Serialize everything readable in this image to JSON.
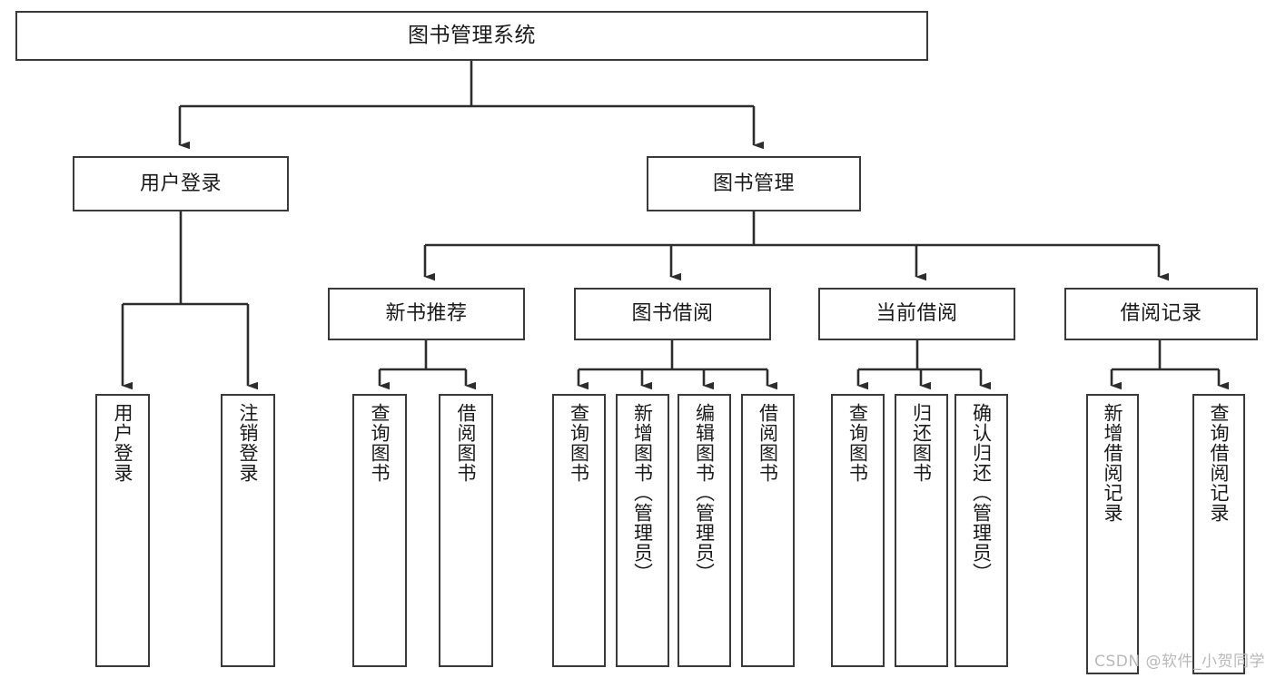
{
  "diagram": {
    "type": "tree-hierarchy",
    "title": "图书管理系统",
    "orientation": "top-down",
    "root": {
      "id": "root",
      "label": "图书管理系统",
      "text_direction": "horizontal"
    },
    "level2": [
      {
        "id": "user-login",
        "label": "用户登录",
        "text_direction": "horizontal"
      },
      {
        "id": "book-management",
        "label": "图书管理",
        "text_direction": "horizontal"
      }
    ],
    "level3": [
      {
        "id": "new-book-recommend",
        "label": "新书推荐",
        "parent": "book-management",
        "text_direction": "horizontal"
      },
      {
        "id": "book-borrow",
        "label": "图书借阅",
        "parent": "book-management",
        "text_direction": "horizontal"
      },
      {
        "id": "current-borrow",
        "label": "当前借阅",
        "parent": "book-management",
        "text_direction": "horizontal"
      },
      {
        "id": "borrow-record",
        "label": "借阅记录",
        "parent": "book-management",
        "text_direction": "horizontal"
      }
    ],
    "leaves": [
      {
        "id": "leaf-user-login",
        "label": "用户登录",
        "parent": "user-login",
        "text_direction": "vertical"
      },
      {
        "id": "leaf-logout",
        "label": "注销登录",
        "parent": "user-login",
        "text_direction": "vertical"
      },
      {
        "id": "leaf-query-book-1",
        "label": "查询图书",
        "parent": "new-book-recommend",
        "text_direction": "vertical"
      },
      {
        "id": "leaf-borrow-book-1",
        "label": "借阅图书",
        "parent": "new-book-recommend",
        "text_direction": "vertical"
      },
      {
        "id": "leaf-query-book-2",
        "label": "查询图书",
        "parent": "book-borrow",
        "text_direction": "vertical"
      },
      {
        "id": "leaf-add-book",
        "label": "新增图书（管理员）",
        "parent": "book-borrow",
        "text_direction": "vertical"
      },
      {
        "id": "leaf-edit-book",
        "label": "编辑图书（管理员）",
        "parent": "book-borrow",
        "text_direction": "vertical"
      },
      {
        "id": "leaf-borrow-book-2",
        "label": "借阅图书",
        "parent": "book-borrow",
        "text_direction": "vertical"
      },
      {
        "id": "leaf-query-book-3",
        "label": "查询图书",
        "parent": "current-borrow",
        "text_direction": "vertical"
      },
      {
        "id": "leaf-return-book",
        "label": "归还图书",
        "parent": "current-borrow",
        "text_direction": "vertical"
      },
      {
        "id": "leaf-confirm-return",
        "label": "确认归还（管理员）",
        "parent": "current-borrow",
        "text_direction": "vertical"
      },
      {
        "id": "leaf-add-record",
        "label": "新增借阅记录",
        "parent": "borrow-record",
        "text_direction": "vertical"
      },
      {
        "id": "leaf-query-record",
        "label": "查询借阅记录",
        "parent": "borrow-record",
        "text_direction": "vertical"
      }
    ],
    "colors": {
      "box_border": "#3a3a3a",
      "connector": "#2d2d2d",
      "background": "#ffffff",
      "text": "#1a1a1a",
      "watermark": "#b9b9b9"
    }
  },
  "watermark": {
    "text": "CSDN @软件_小贺同学"
  }
}
